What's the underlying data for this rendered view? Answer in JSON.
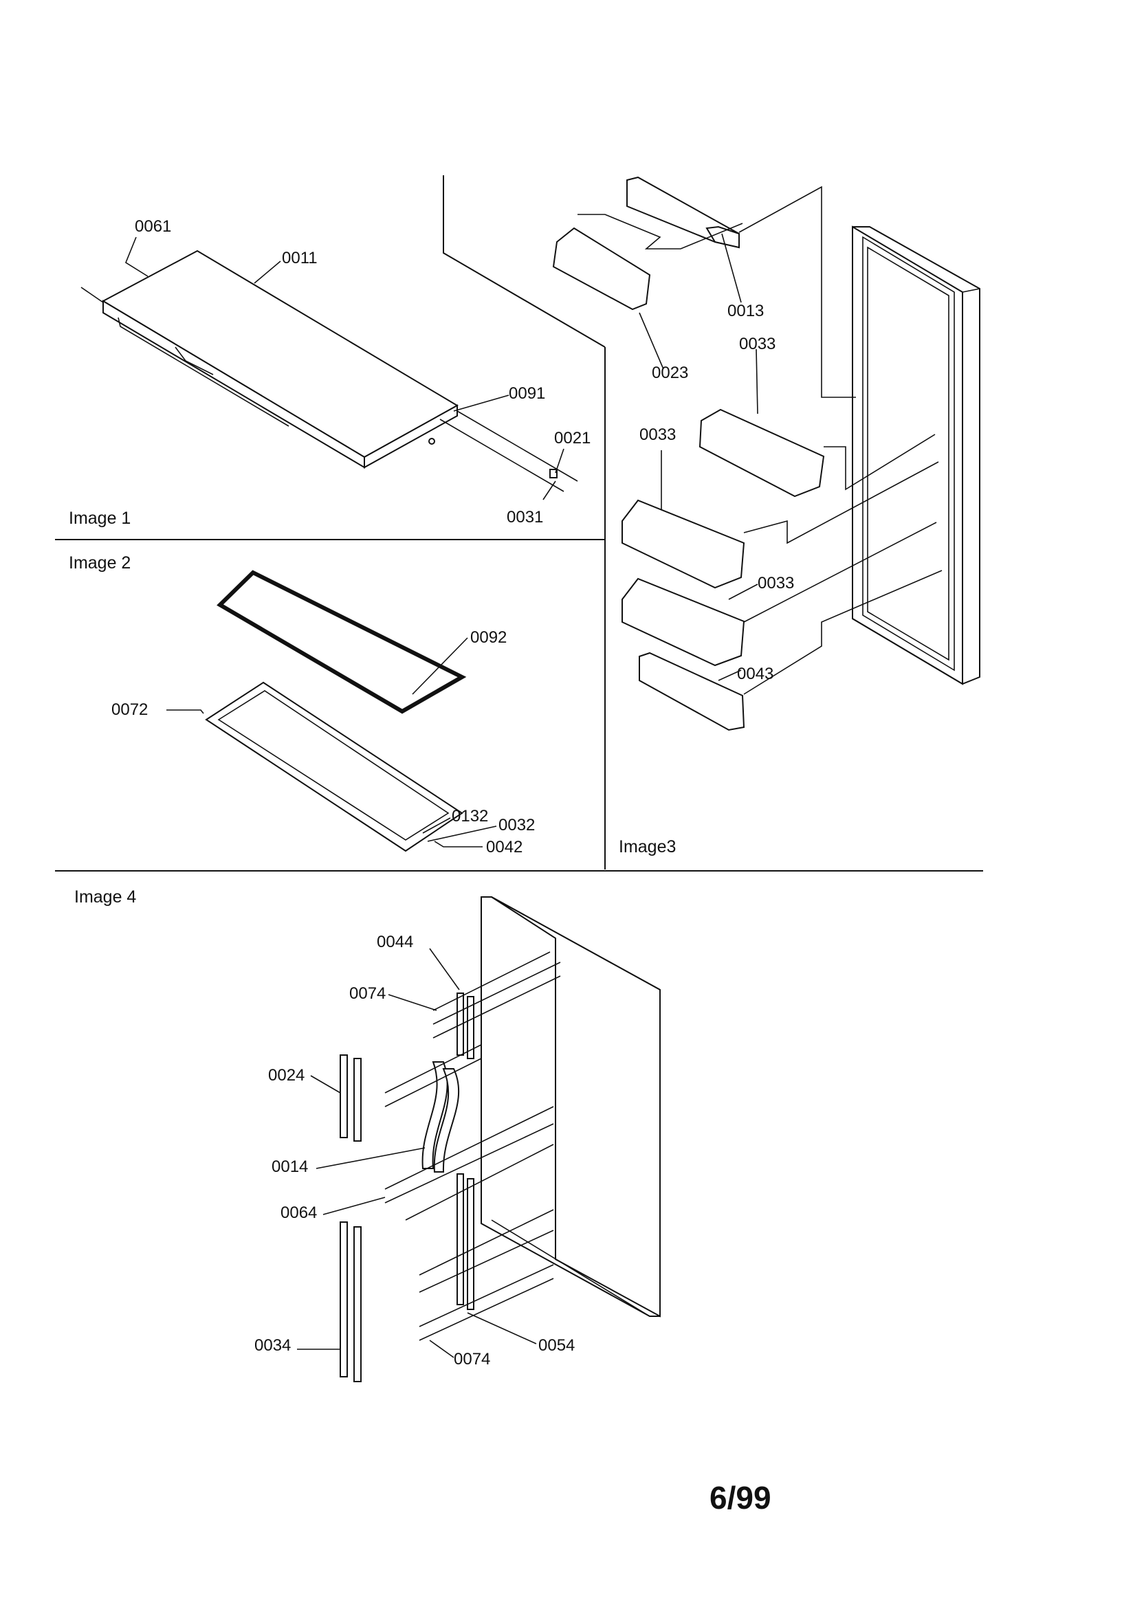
{
  "page_number": "6/99",
  "sections": {
    "image1": {
      "title": "Image 1",
      "labels": {
        "p0061": "0061",
        "p0011": "0011",
        "p0091": "0091",
        "p0021": "0021",
        "p0031": "0031"
      }
    },
    "image2": {
      "title": "Image 2",
      "labels": {
        "p0092": "0092",
        "p0072": "0072",
        "p0132": "0132",
        "p0032": "0032",
        "p0042": "0042"
      }
    },
    "image3": {
      "title": "Image3",
      "labels": {
        "p0013": "0013",
        "p0023": "0023",
        "p0033a": "0033",
        "p0033b": "0033",
        "p0033c": "0033",
        "p0043": "0043"
      }
    },
    "image4": {
      "title": "Image 4",
      "labels": {
        "p0044": "0044",
        "p0074a": "0074",
        "p0024": "0024",
        "p0014": "0014",
        "p0064": "0064",
        "p0034": "0034",
        "p0074b": "0074",
        "p0054": "0054"
      }
    }
  }
}
